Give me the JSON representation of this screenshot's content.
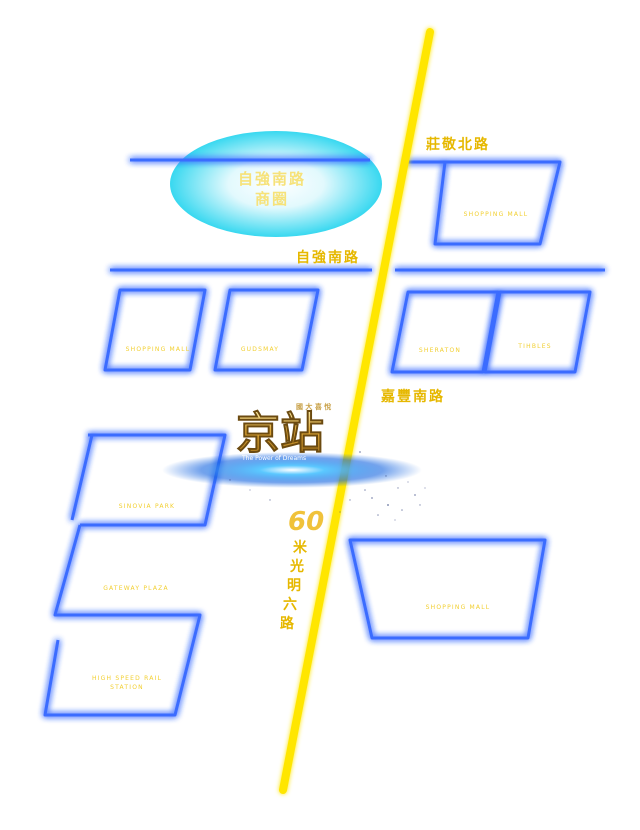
{
  "map": {
    "colors": {
      "block_outline": "#3b6cff",
      "major_road": "#ffe600",
      "highlight_road": "#7ff3ff",
      "zone_fill": "#38d8f0",
      "label": "#e6b800"
    },
    "roads": {
      "zhuangjing_north": "莊敬北路",
      "ziqiang_south": "自強南路",
      "jiafeng_south": "嘉豐南路",
      "guangming_six_width": "60",
      "guangming_six": [
        "米",
        "光",
        "明",
        "六",
        "路"
      ]
    },
    "zone": {
      "line1": "自強南路",
      "line2": "商圈"
    },
    "blocks": {
      "shopping_mall_ne": "SHOPPING MALL",
      "shopping_mall_w": "SHOPPING MALL",
      "gudsmay": "GUDSMAY",
      "sheraton": "SHERATON",
      "tihbles": "TIHBLES",
      "sinovia_park": "SINOVIA PARK",
      "gateway_plaza": "GATEWAY PLAZA",
      "high_speed_rail_1": "HIGH SPEED RAIL",
      "high_speed_rail_2": "STATION",
      "shopping_mall_se": "SHOPPING MALL"
    },
    "logo": {
      "main": "京站",
      "tag": "國 大 喜 悅",
      "sub": "The Power of Dreams"
    }
  }
}
